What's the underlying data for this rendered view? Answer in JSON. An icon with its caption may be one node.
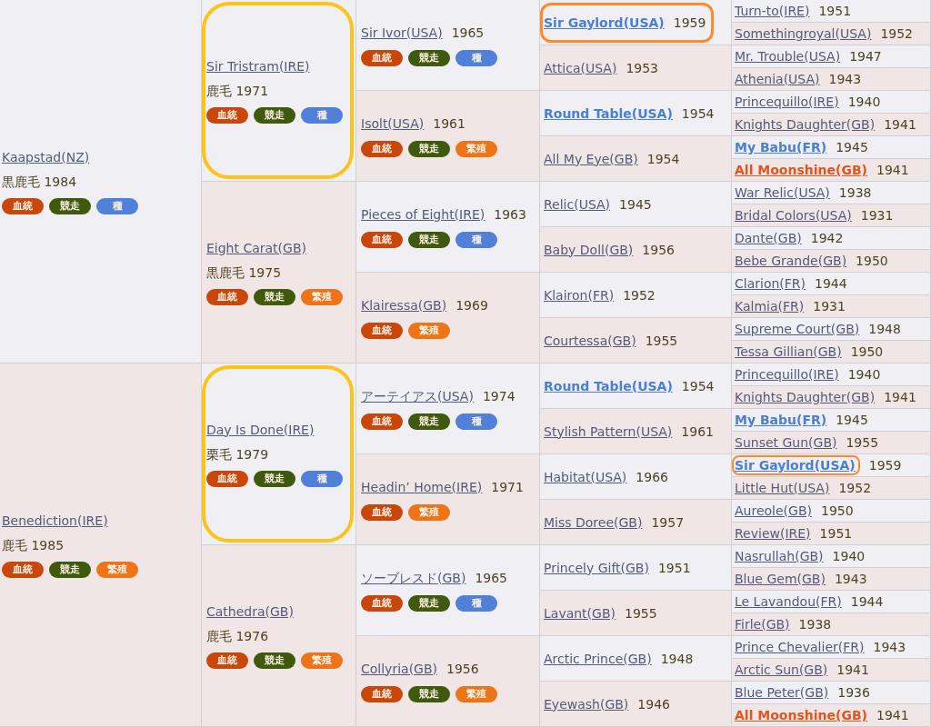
{
  "diagram": {
    "nodes": [
      {
        "text": [
          "Kaapstad(NZ)",
          "黒鹿毛 1984"
        ]
      },
      {
        "text": [
          "血統"
        ],
        "in": 0
      },
      {
        "text": [
          "競走"
        ],
        "in": 0
      },
      {
        "text": [
          "種"
        ],
        "in": 0
      },
      {
        "text": [
          "Sir Tristram(IRE)",
          "鹿毛 1971"
        ]
      },
      {
        "text": [
          "血統"
        ],
        "in": 4
      },
      {
        "text": [
          "競走"
        ],
        "in": 4
      },
      {
        "text": [
          "種"
        ],
        "in": 4
      },
      {
        "text": [
          "Sir Ivor(USA)",
          "1965"
        ]
      },
      {
        "text": [
          "血統"
        ],
        "in": 8
      },
      {
        "text": [
          "競走"
        ],
        "in": 8
      },
      {
        "text": [
          "種"
        ],
        "in": 8
      },
      {
        "text": [
          "Sir Gaylord(USA)",
          "1959"
        ]
      },
      {
        "text": [
          "Turn-to(IRE)",
          "1951"
        ]
      },
      {
        "text": [
          "Somethingroyal(USA)",
          "1952"
        ]
      },
      {
        "text": [
          "Attica(USA)",
          "1953"
        ]
      },
      {
        "text": [
          "Mr. Trouble(USA)",
          "1947"
        ]
      },
      {
        "text": [
          "Athenia(USA)",
          "1943"
        ]
      },
      {
        "text": [
          "Isolt(USA)",
          "1961"
        ]
      },
      {
        "text": [
          "血統"
        ],
        "in": 18
      },
      {
        "text": [
          "競走"
        ],
        "in": 18
      },
      {
        "text": [
          "繁殖"
        ],
        "in": 18
      },
      {
        "text": [
          "Round Table(USA)",
          "1954"
        ]
      },
      {
        "text": [
          "Princequillo(IRE)",
          "1940"
        ]
      },
      {
        "text": [
          "Knights Daughter(GB)",
          "1941"
        ]
      },
      {
        "text": [
          "All My Eye(GB)",
          "1954"
        ]
      },
      {
        "text": [
          "My Babu(FR)",
          "1945"
        ]
      },
      {
        "text": [
          "All Moonshine(GB)",
          "1941"
        ]
      },
      {
        "text": [
          "Eight Carat(GB)",
          "黒鹿毛 1975"
        ]
      },
      {
        "text": [
          "血統"
        ],
        "in": 28
      },
      {
        "text": [
          "競走"
        ],
        "in": 28
      },
      {
        "text": [
          "繁殖"
        ],
        "in": 28
      },
      {
        "text": [
          "Pieces of Eight(IRE)",
          "1963"
        ]
      },
      {
        "text": [
          "血統"
        ],
        "in": 32
      },
      {
        "text": [
          "競走"
        ],
        "in": 32
      },
      {
        "text": [
          "種"
        ],
        "in": 32
      },
      {
        "text": [
          "Relic(USA)",
          "1945"
        ]
      },
      {
        "text": [
          "War Relic(USA)",
          "1938"
        ]
      },
      {
        "text": [
          "Bridal Colors(USA)",
          "1931"
        ]
      },
      {
        "text": [
          "Baby Doll(GB)",
          "1956"
        ]
      },
      {
        "text": [
          "Dante(GB)",
          "1942"
        ]
      },
      {
        "text": [
          "Bebe Grande(GB)",
          "1950"
        ]
      },
      {
        "text": [
          "Klairessa(GB)",
          "1969"
        ]
      },
      {
        "text": [
          "血統"
        ],
        "in": 42
      },
      {
        "text": [
          "繁殖"
        ],
        "in": 42
      },
      {
        "text": [
          "Klairon(FR)",
          "1952"
        ]
      },
      {
        "text": [
          "Clarion(FR)",
          "1944"
        ]
      },
      {
        "text": [
          "Kalmia(FR)",
          "1931"
        ]
      },
      {
        "text": [
          "Courtessa(GB)",
          "1955"
        ]
      },
      {
        "text": [
          "Supreme Court(GB)",
          "1948"
        ]
      },
      {
        "text": [
          "Tessa Gillian(GB)",
          "1950"
        ]
      },
      {
        "text": [
          "Benediction(IRE)",
          "鹿毛 1985"
        ]
      },
      {
        "text": [
          "血統"
        ],
        "in": 51
      },
      {
        "text": [
          "競走"
        ],
        "in": 51
      },
      {
        "text": [
          "繁殖"
        ],
        "in": 51
      },
      {
        "text": [
          "Day Is Done(IRE)",
          "栗毛 1979"
        ]
      },
      {
        "text": [
          "血統"
        ],
        "in": 55
      },
      {
        "text": [
          "競走"
        ],
        "in": 55
      },
      {
        "text": [
          "種"
        ],
        "in": 55
      },
      {
        "text": [
          "アーテイアス(USA)",
          "1974"
        ]
      },
      {
        "text": [
          "血統"
        ],
        "in": 59
      },
      {
        "text": [
          "競走"
        ],
        "in": 59
      },
      {
        "text": [
          "種"
        ],
        "in": 59
      },
      {
        "text": [
          "Round Table(USA)",
          "1954"
        ]
      },
      {
        "text": [
          "Princequillo(IRE)",
          "1940"
        ]
      },
      {
        "text": [
          "Knights Daughter(GB)",
          "1941"
        ]
      },
      {
        "text": [
          "Stylish Pattern(USA)",
          "1961"
        ]
      },
      {
        "text": [
          "My Babu(FR)",
          "1945"
        ]
      },
      {
        "text": [
          "Sunset Gun(GB)",
          "1955"
        ]
      },
      {
        "text": [
          "Headin’ Home(IRE)",
          "1971"
        ]
      },
      {
        "text": [
          "血統"
        ],
        "in": 69
      },
      {
        "text": [
          "繁殖"
        ],
        "in": 69
      },
      {
        "text": [
          "Habitat(USA)",
          "1966"
        ]
      },
      {
        "text": [
          "Sir Gaylord(USA)",
          "1959"
        ]
      },
      {
        "text": [
          "Little Hut(USA)",
          "1952"
        ]
      },
      {
        "text": [
          "Miss Doree(GB)",
          "1957"
        ]
      },
      {
        "text": [
          "Aureole(GB)",
          "1950"
        ]
      },
      {
        "text": [
          "Review(IRE)",
          "1951"
        ]
      },
      {
        "text": [
          "Cathedra(GB)",
          "鹿毛 1976"
        ]
      },
      {
        "text": [
          "血統"
        ],
        "in": 78
      },
      {
        "text": [
          "競走"
        ],
        "in": 78
      },
      {
        "text": [
          "繁殖"
        ],
        "in": 78
      },
      {
        "text": [
          "ソーブレスド(GB)",
          "1965"
        ]
      },
      {
        "text": [
          "血統"
        ],
        "in": 82
      },
      {
        "text": [
          "競走"
        ],
        "in": 82
      },
      {
        "text": [
          "種"
        ],
        "in": 82
      },
      {
        "text": [
          "Princely Gift(GB)",
          "1951"
        ]
      },
      {
        "text": [
          "Nasrullah(GB)",
          "1940"
        ]
      },
      {
        "text": [
          "Blue Gem(GB)",
          "1943"
        ]
      },
      {
        "text": [
          "Lavant(GB)",
          "1955"
        ]
      },
      {
        "text": [
          "Le Lavandou(FR)",
          "1944"
        ]
      },
      {
        "text": [
          "Firle(GB)",
          "1938"
        ]
      },
      {
        "text": [
          "Collyria(GB)",
          "1956"
        ]
      },
      {
        "text": [
          "血統"
        ],
        "in": 92
      },
      {
        "text": [
          "競走"
        ],
        "in": 92
      },
      {
        "text": [
          "繁殖"
        ],
        "in": 92
      },
      {
        "text": [
          "Arctic Prince(GB)",
          "1948"
        ]
      },
      {
        "text": [
          "Prince Chevalier(FR)",
          "1943"
        ]
      },
      {
        "text": [
          "Arctic Sun(GB)",
          "1941"
        ]
      },
      {
        "text": [
          "Eyewash(GB)",
          "1946"
        ]
      },
      {
        "text": [
          "Blue Peter(GB)",
          "1936"
        ]
      },
      {
        "text": [
          "All Moonshine(GB)",
          "1941"
        ]
      }
    ]
  }
}
